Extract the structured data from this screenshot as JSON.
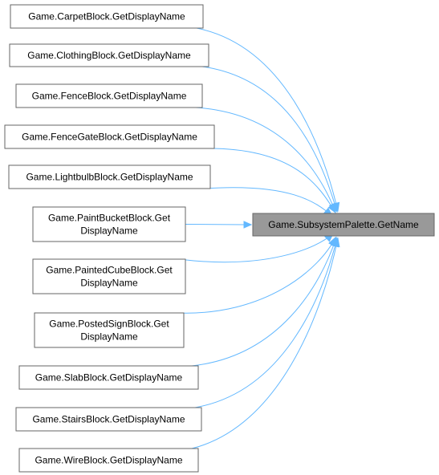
{
  "target": {
    "lines": [
      "Game.SubsystemPalette.GetName"
    ]
  },
  "callers": [
    {
      "lines": [
        "Game.CarpetBlock.GetDisplayName"
      ]
    },
    {
      "lines": [
        "Game.ClothingBlock.GetDisplayName"
      ]
    },
    {
      "lines": [
        "Game.FenceBlock.GetDisplayName"
      ]
    },
    {
      "lines": [
        "Game.FenceGateBlock.GetDisplayName"
      ]
    },
    {
      "lines": [
        "Game.LightbulbBlock.GetDisplayName"
      ]
    },
    {
      "lines": [
        "Game.PaintBucketBlock.Get",
        "DisplayName"
      ]
    },
    {
      "lines": [
        "Game.PaintedCubeBlock.Get",
        "DisplayName"
      ]
    },
    {
      "lines": [
        "Game.PostedSignBlock.Get",
        "DisplayName"
      ]
    },
    {
      "lines": [
        "Game.SlabBlock.GetDisplayName"
      ]
    },
    {
      "lines": [
        "Game.StairsBlock.GetDisplayName"
      ]
    },
    {
      "lines": [
        "Game.WireBlock.GetDisplayName"
      ]
    }
  ],
  "colors": {
    "edge": "#63b8ff",
    "target_fill": "#999999",
    "border": "#666666"
  }
}
